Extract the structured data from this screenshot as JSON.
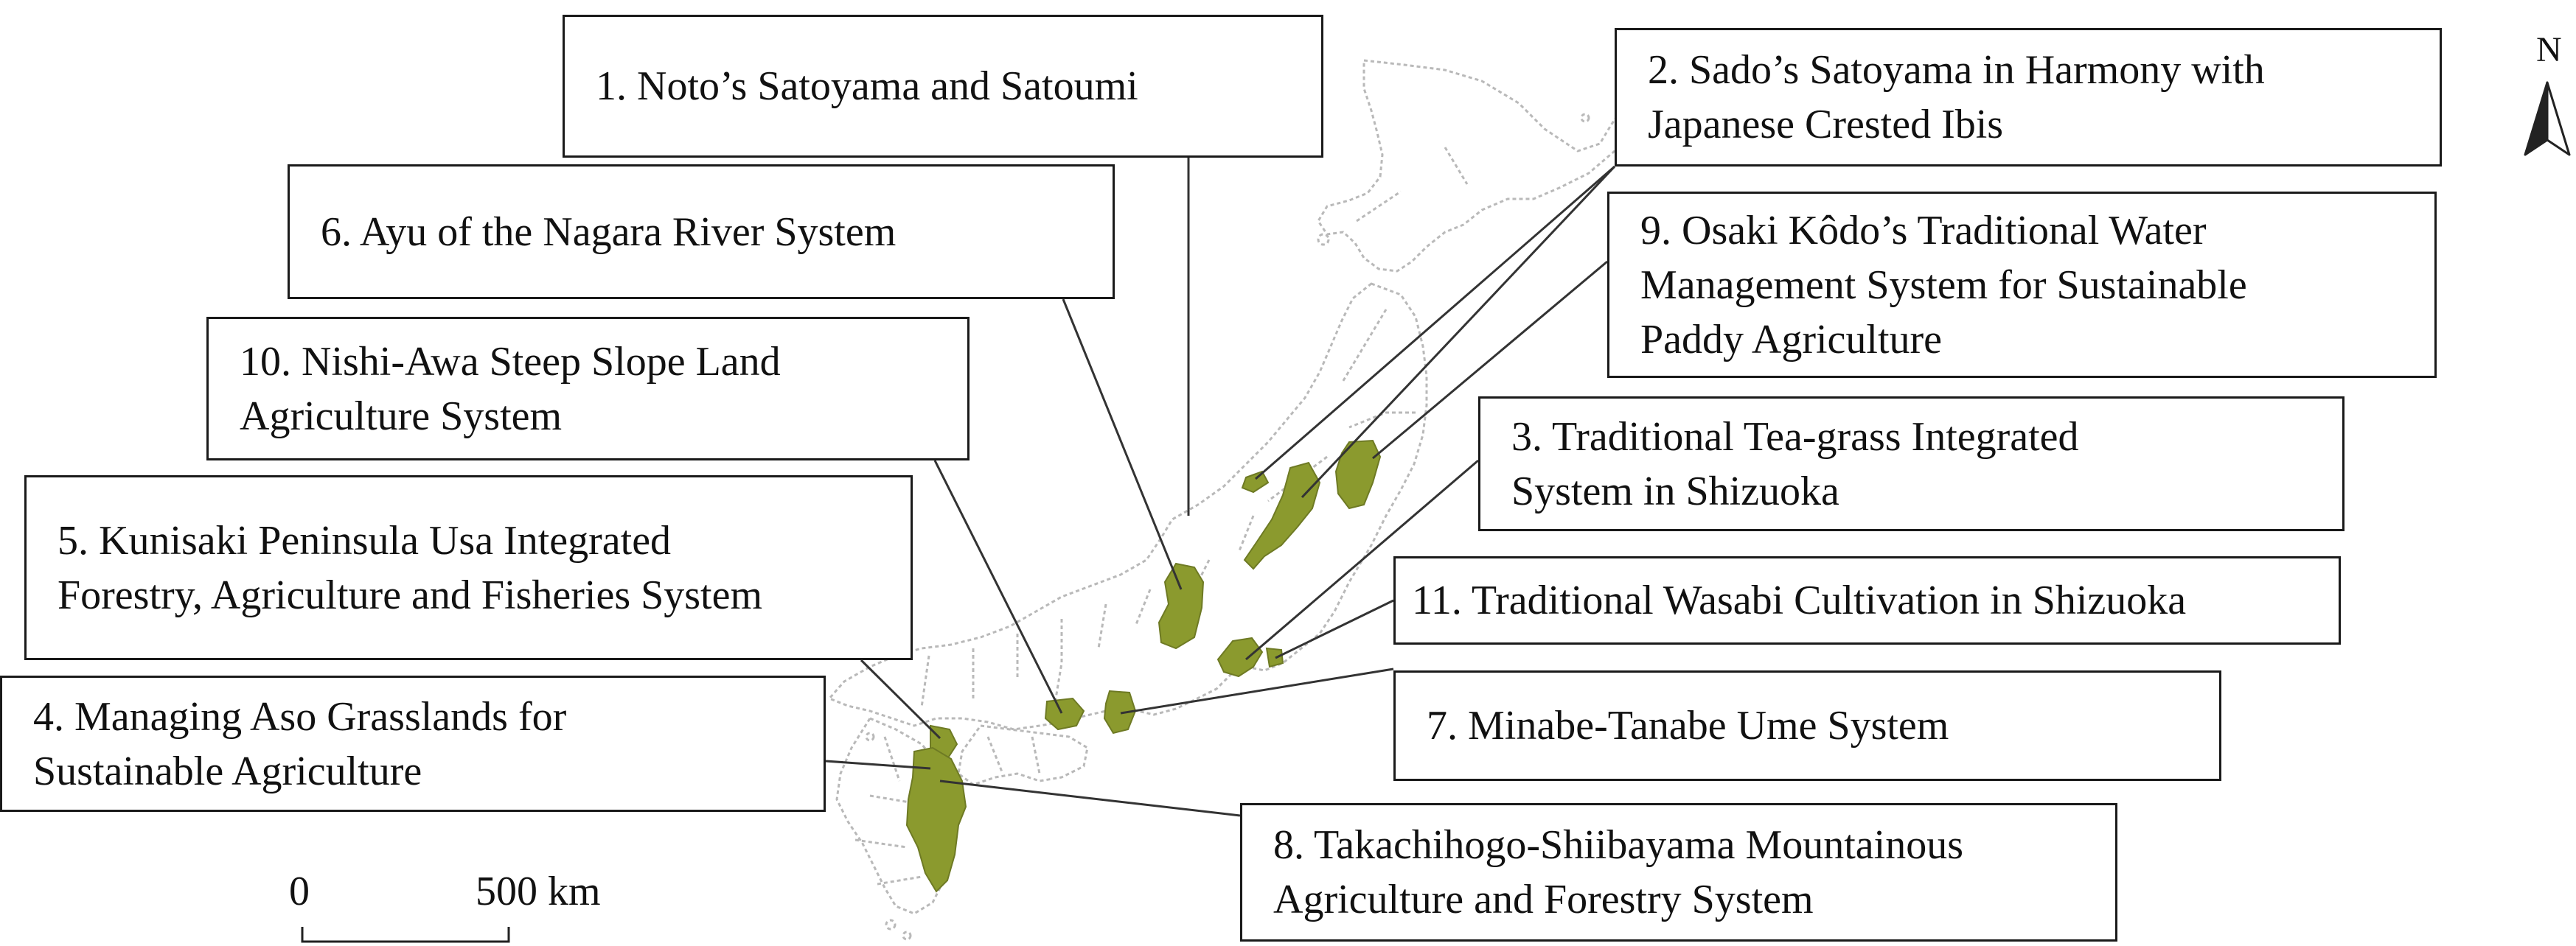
{
  "map": {
    "region_fill": "#8b9a2e",
    "outline_color": "#b9b9b9",
    "leader_color": "#333333"
  },
  "north_arrow": {
    "label": "N",
    "icon": "north-arrow-icon"
  },
  "scale_bar": {
    "start_label": "0",
    "end_label": "500 km"
  },
  "sites": [
    {
      "id": "noto",
      "lines": [
        "1. Noto’s Satoyama and Satoumi"
      ]
    },
    {
      "id": "sado",
      "lines": [
        "2. Sado’s Satoyama in Harmony with",
        "Japanese Crested Ibis"
      ]
    },
    {
      "id": "shizuoka-tea",
      "lines": [
        "3. Traditional Tea-grass Integrated",
        "System in Shizuoka"
      ]
    },
    {
      "id": "aso",
      "lines": [
        "4. Managing Aso Grasslands for",
        "Sustainable Agriculture"
      ]
    },
    {
      "id": "kunisaki",
      "lines": [
        "5. Kunisaki Peninsula Usa Integrated",
        "Forestry, Agriculture and Fisheries System"
      ]
    },
    {
      "id": "nagara",
      "lines": [
        "6. Ayu of the Nagara River System"
      ]
    },
    {
      "id": "minabe",
      "lines": [
        "7. Minabe-Tanabe Ume System"
      ]
    },
    {
      "id": "takachiho",
      "lines": [
        "8. Takachihogo-Shiibayama Mountainous",
        "Agriculture and Forestry System"
      ]
    },
    {
      "id": "osaki",
      "lines": [
        "9. Osaki Kôdo’s Traditional Water",
        "Management System for Sustainable",
        "Paddy Agriculture"
      ]
    },
    {
      "id": "nishi-awa",
      "lines": [
        "10. Nishi-Awa Steep Slope Land",
        "Agriculture System"
      ]
    },
    {
      "id": "wasabi",
      "lines": [
        "11. Traditional Wasabi Cultivation in Shizuoka"
      ]
    }
  ]
}
